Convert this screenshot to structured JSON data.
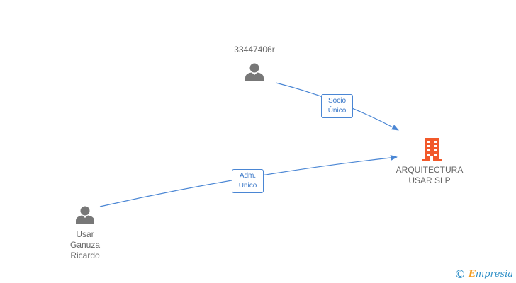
{
  "nodes": {
    "person_top": {
      "label": "33447406r",
      "kind": "person"
    },
    "person_bottom": {
      "label": "Usar\nGanuza\nRicardo",
      "kind": "person"
    },
    "company": {
      "label": "ARQUITECTURA\nUSAR SLP",
      "kind": "company"
    }
  },
  "edges": {
    "socio": {
      "label": "Socio\nÚnico",
      "from": "person_top",
      "to": "company"
    },
    "admin": {
      "label": "Adm.\nUnico",
      "from": "person_bottom",
      "to": "company"
    }
  },
  "colors": {
    "person_icon": "#777777",
    "company_icon": "#f2592a",
    "edge": "#4a86d4",
    "brand": "#2f8fc7",
    "brand_accent": "#f29b1f"
  },
  "watermark": {
    "symbol": "©",
    "brand_first": "E",
    "brand_rest": "mpresia"
  }
}
